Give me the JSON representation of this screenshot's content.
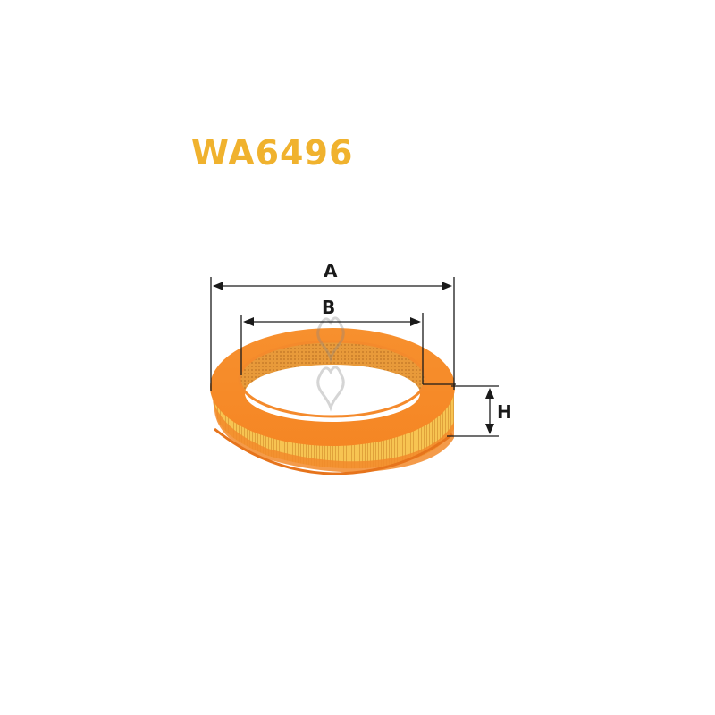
{
  "product": {
    "code": "WA6496",
    "type": "air filter (round)"
  },
  "dimensions": {
    "outer_diameter_label": "A",
    "inner_diameter_label": "B",
    "height_label": "H"
  },
  "watermark": {
    "icon": "wolf-head-icon"
  },
  "colors": {
    "title": "#f0b22e",
    "rim_orange": "#f7882a",
    "rim_shadow": "#e66e18",
    "pleat_yellow": "#f5c04a",
    "pleat_inner": "#d98a2a",
    "lines": "#1a1a1a",
    "background": "#ffffff"
  }
}
